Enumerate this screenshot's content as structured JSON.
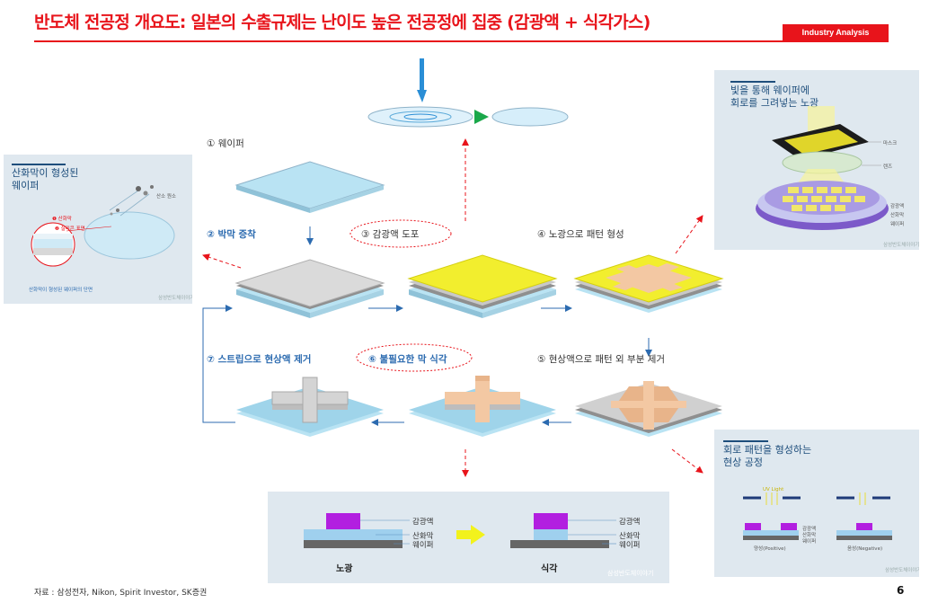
{
  "header": {
    "title": "반도체 전공정 개요도: 일본의 수출규제는 난이도 높은 전공정에 집중 (감광액 + 식각가스)",
    "badge": "Industry Analysis"
  },
  "steps": {
    "s1": "① 웨이퍼",
    "s2": "② 박막 증착",
    "s3": "③ 감광액 도포",
    "s4": "④ 노광으로 패턴 형성",
    "s5": "⑤ 현상액으로 패턴 외 부분 제거",
    "s6": "⑥ 불필요한 막 식각",
    "s7": "⑦ 스트립으로 현상액 제거"
  },
  "oxide_panel": {
    "title_line1": "산화막이 형성된",
    "title_line2": "웨이퍼",
    "label_oxide": "❶ 산화막",
    "label_surface": "❷ 실리콘 표면",
    "label_gas": "산소 원소",
    "caption": "산화막이 형성된 웨이퍼의 단면",
    "watermark": "삼성반도체이야기"
  },
  "litho_panel": {
    "title_line1": "빛을 통해 웨이퍼에",
    "title_line2": "회로를 그려넣는 노광",
    "label_mask": "마스크",
    "label_lens": "렌즈",
    "label_resist": "감광액",
    "label_oxide": "산화막",
    "label_wafer": "웨이퍼",
    "watermark": "삼성반도체이야기"
  },
  "develop_panel": {
    "title_line1": "회로 패턴을 형성하는",
    "title_line2": "현상 공정",
    "uv_label": "UV Light",
    "label_resist": "감광액",
    "label_oxide": "산화막",
    "label_wafer": "웨이퍼",
    "positive": "양성(Positive)",
    "negative": "음성(Negative)",
    "watermark": "삼성반도체이야기"
  },
  "etch_panel": {
    "label_resist": "감광액",
    "label_oxide": "산화막",
    "label_wafer": "웨이퍼",
    "label_resist2": "감광액",
    "label_oxide2": "산화막",
    "label_wafer2": "웨이퍼",
    "caption_left": "노광",
    "caption_right": "식각",
    "watermark": "삼성반도체이야기"
  },
  "footer": {
    "source": "자료 : 삼성전자, Nikon, Spirit Investor, SK증권",
    "page": "6"
  },
  "colors": {
    "brand_red": "#e8141b",
    "wafer": "#b9e3f3",
    "resist": "#f2ee2e",
    "pattern": "#f3c8a3",
    "film": "#d6d6d6"
  }
}
